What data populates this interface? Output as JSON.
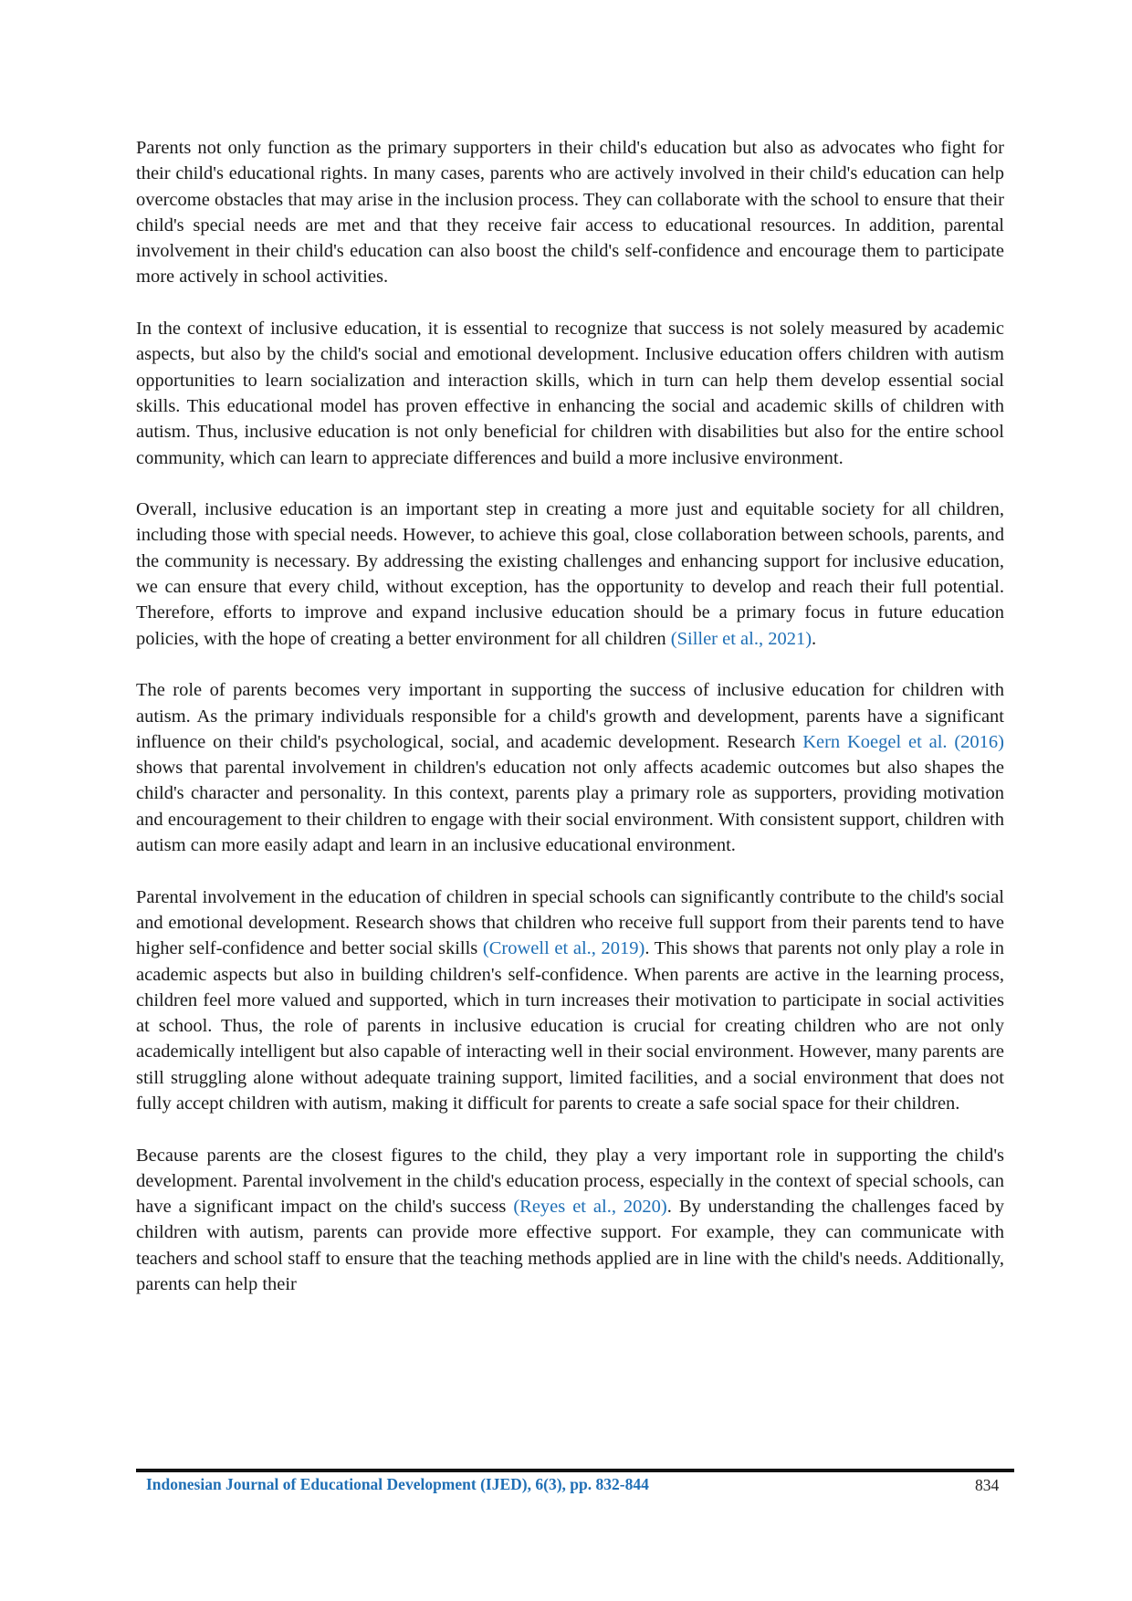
{
  "paragraphs": [
    {
      "parts": [
        {
          "t": "Parents not only function as the primary supporters in their child's education but also as advocates who fight for their child's educational rights. In many cases, parents who are actively involved in their child's education can help overcome obstacles that may arise in the inclusion process. They can collaborate with the school to ensure that their child's special needs are met and that they receive fair access to educational resources. In addition, parental involvement in their child's education can also boost the child's self-confidence and encourage them to participate more actively in school activities."
        }
      ]
    },
    {
      "parts": [
        {
          "t": "In the context of inclusive education, it is essential to recognize that success is not solely measured by academic aspects, but also by the child's social and emotional development. Inclusive education offers children with autism opportunities to learn socialization and interaction skills, which in turn can help them develop essential social skills. This educational model has proven effective in enhancing the social and academic skills of children with autism. Thus, inclusive education is not only beneficial for children with disabilities but also for the entire school community, which can learn to appreciate differences and build a more inclusive environment."
        }
      ]
    },
    {
      "parts": [
        {
          "t": "Overall, inclusive education is an important step in creating a more just and equitable society for all children, including those with special needs. However, to achieve this goal, close collaboration between schools, parents, and the community is necessary. By addressing the existing challenges and enhancing support for inclusive education, we can ensure that every child, without exception, has the opportunity to develop and reach their full potential. Therefore, efforts to improve and expand inclusive education should be a primary focus in future education policies, with the hope of creating a better environment for all children "
        },
        {
          "t": "(Siller et al., 2021)",
          "c": 1
        },
        {
          "t": "."
        }
      ]
    },
    {
      "parts": [
        {
          "t": "The role of parents becomes very important in supporting the success of inclusive education for children with autism. As the primary individuals responsible for a child's growth and development, parents have a significant influence on their child's psychological, social, and academic development. Research "
        },
        {
          "t": "Kern Koegel et al. (2016)",
          "c": 1
        },
        {
          "t": " shows that parental involvement in children's education not only affects academic outcomes but also shapes the child's character and personality. In this context, parents play a primary role as supporters, providing motivation and encouragement to their children to engage with their social environment. With consistent support, children with autism can more easily adapt and learn in an inclusive educational environment."
        }
      ]
    },
    {
      "parts": [
        {
          "t": "Parental involvement in the education of children in special schools can significantly contribute to the child's social and emotional development. Research shows that children who receive full support from their parents tend to have higher self-confidence and better social skills "
        },
        {
          "t": "(Crowell et al., 2019)",
          "c": 1
        },
        {
          "t": ". This shows that parents not only play a role in academic aspects but also in building children's self-confidence. When parents are active in the learning process, children feel more valued and supported, which in turn increases their motivation to participate in social activities at school. Thus, the role of parents in inclusive education is crucial for creating children who are not only academically intelligent but also capable of interacting well in their social environment. However, many parents are still struggling alone without adequate training support, limited facilities, and a social environment that does not fully accept children with autism, making it difficult for parents to create a safe social space for their children."
        }
      ]
    },
    {
      "parts": [
        {
          "t": "Because parents are the closest figures to the child, they play a very important role in supporting the child's development. Parental involvement in the child's education process, especially in the context of special schools, can have a significant impact on the child's success "
        },
        {
          "t": "(Reyes et al., 2020)",
          "c": 1
        },
        {
          "t": ". By understanding the challenges faced by children with autism, parents can provide more effective support. For example, they can communicate with teachers and school staff to ensure that the teaching methods applied are in line with the child's needs. Additionally, parents can help their"
        }
      ]
    }
  ],
  "footer": {
    "journal": "Indonesian Journal of Educational Development (IJED), 6(3), pp. 832-844",
    "page": "834"
  }
}
